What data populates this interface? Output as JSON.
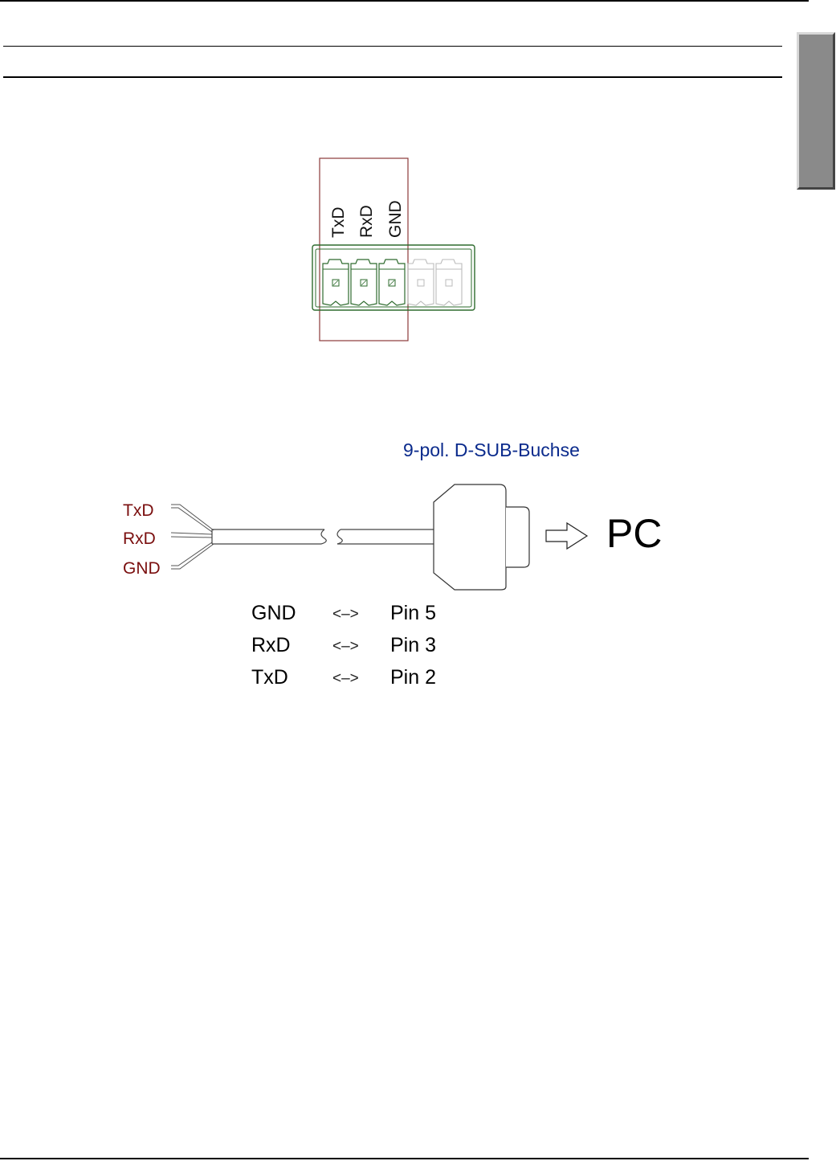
{
  "terminal": {
    "pins": [
      "TxD",
      "RxD",
      "GND"
    ]
  },
  "cable": {
    "wires": [
      "TxD",
      "RxD",
      "GND"
    ],
    "connector_label": "9-pol. D-SUB-Buchse",
    "target_label": "PC"
  },
  "pin_mapping": [
    {
      "signal": "GND",
      "arrow": "<–>",
      "pin": "Pin 5"
    },
    {
      "signal": "RxD",
      "arrow": "<–>",
      "pin": "Pin 3"
    },
    {
      "signal": "TxD",
      "arrow": "<–>",
      "pin": "Pin 2"
    }
  ],
  "colors": {
    "terminal_green": "#2e6b2e",
    "highlight_box": "#8b3a3a",
    "wire_label": "#7a0e0e",
    "connector_label": "#0a2a8c",
    "side_tab": "#8a8a8a"
  }
}
